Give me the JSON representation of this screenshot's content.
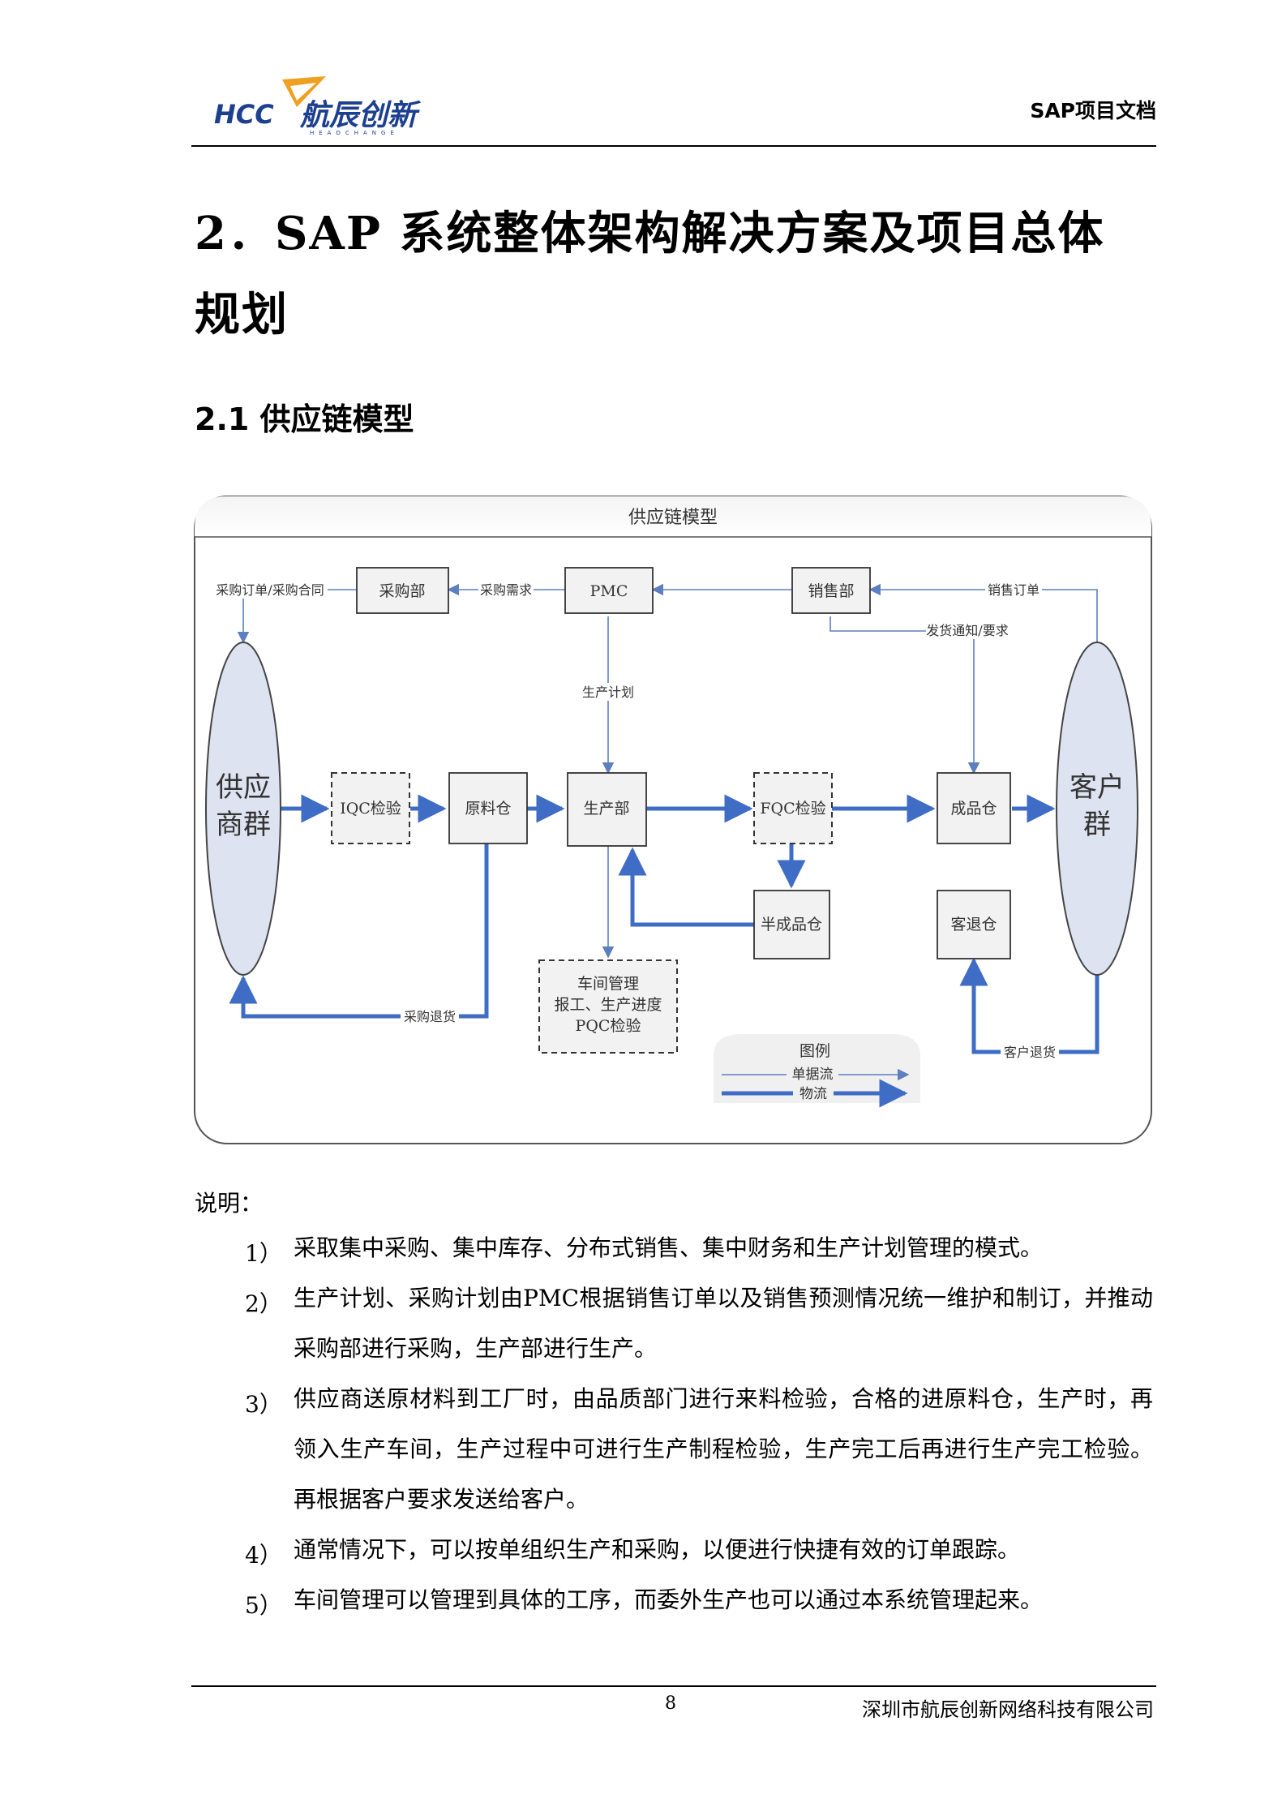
{
  "header": {
    "logo_text": "HCC 航辰创新",
    "logo_sub": "HEADCHANGE",
    "doc_title": "SAP项目文档"
  },
  "heading": "2．SAP 系统整体架构解决方案及项目总体规划",
  "subheading": "2.1 供应链模型",
  "diagram": {
    "title": "供应链模型",
    "nodes": {
      "supplier": [
        "供应",
        "商群"
      ],
      "customer": [
        "客户",
        "群"
      ],
      "purchasing": "采购部",
      "pmc": "PMC",
      "sales": "销售部",
      "iqc": "IQC检验",
      "raw_store": "原料仓",
      "production": "生产部",
      "fqc": "FQC检验",
      "finished_store": "成品仓",
      "semi_store": "半成品仓",
      "return_store": "客退仓",
      "workshop": [
        "车间管理",
        "报工、生产进度",
        "PQC检验"
      ]
    },
    "labels": {
      "po": "采购订单/采购合同",
      "purchase_demand": "采购需求",
      "sales_order": "销售订单",
      "ship_notice": "发货通知/要求",
      "prod_plan": "生产计划",
      "purchase_return": "采购退货",
      "customer_return": "客户退货"
    },
    "legend": {
      "title": "图例",
      "doc_flow": "单据流",
      "material_flow": "物流"
    },
    "colors": {
      "doc_flow": "#5b7fbf",
      "material_flow": "#3f6cc4",
      "ellipse_fill": "#dde3f0",
      "box_fill": "#f2f2f2"
    }
  },
  "notes": {
    "intro": "说明：",
    "items": [
      {
        "num": "1）",
        "text": "采取集中采购、集中库存、分布式销售、集中财务和生产计划管理的模式。"
      },
      {
        "num": "2）",
        "text": "生产计划、采购计划由PMC根据销售订单以及销售预测情况统一维护和制订，并推动采购部进行采购，生产部进行生产。"
      },
      {
        "num": "3）",
        "text": "供应商送原材料到工厂时，由品质部门进行来料检验，合格的进原料仓，生产时，再领入生产车间，生产过程中可进行生产制程检验，生产完工后再进行生产完工检验。再根据客户要求发送给客户。"
      },
      {
        "num": "4）",
        "text": "通常情况下，可以按单组织生产和采购，以便进行快捷有效的订单跟踪。"
      },
      {
        "num": "5）",
        "text": "车间管理可以管理到具体的工序，而委外生产也可以通过本系统管理起来。"
      }
    ]
  },
  "footer": {
    "page": "8",
    "company": "深圳市航辰创新网络科技有限公司"
  }
}
